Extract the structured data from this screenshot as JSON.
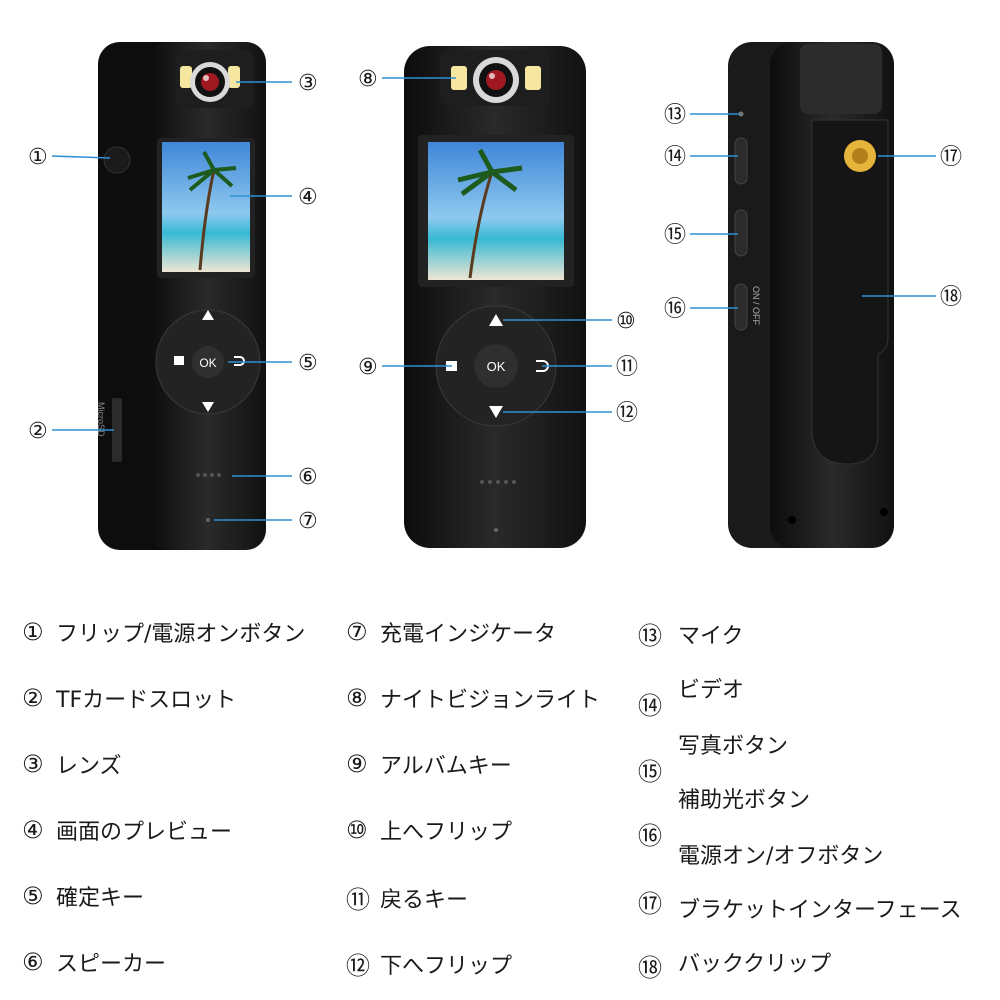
{
  "callouts": [
    "①",
    "②",
    "③",
    "④",
    "⑤",
    "⑥",
    "⑦",
    "⑧",
    "⑨",
    "⑩",
    "⑪",
    "⑫",
    "⑬",
    "⑭",
    "⑮",
    "⑯",
    "⑰",
    "⑱"
  ],
  "device_labels": {
    "ok": "OK",
    "microsd": "MicroSD",
    "onoff": "ON / OFF"
  },
  "legend": {
    "c1": "フリップ/電源オンボタン",
    "c2": "TFカードスロット",
    "c3": "レンズ",
    "c4": "画面のプレビュー",
    "c5": "確定キー",
    "c6": "スピーカー",
    "c7": "充電インジケータ",
    "c8": "ナイトビジョンライト",
    "c9": "アルバムキー",
    "c10": "上へフリップ",
    "c11": "戻るキー",
    "c12": "下へフリップ",
    "c13": "マイク",
    "c14": "ビデオ",
    "c15": "写真ボタン",
    "c16a": "補助光ボタン",
    "c16b": "電源オン/オフボタン",
    "c17": "ブラケットインターフェース",
    "c18": "バッククリップ"
  },
  "colors": {
    "callout_line": "#2e8fd6",
    "body": "#1b1b1b",
    "lens_ring": "#d9d9d9",
    "light": "#f5e7a0",
    "mount": "#e6b43a"
  }
}
